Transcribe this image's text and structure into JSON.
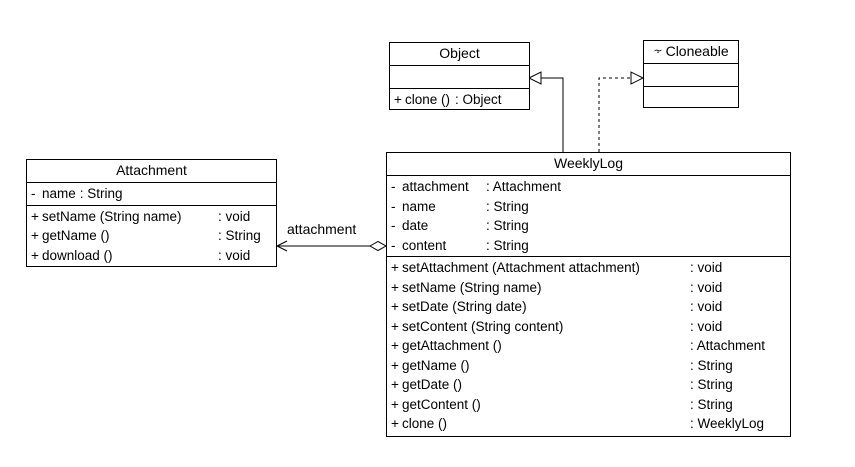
{
  "classes": {
    "object": {
      "name": "Object",
      "attributes": [],
      "operations": [
        {
          "vis": "+",
          "name": "clone ()",
          "type": ": Object"
        }
      ]
    },
    "cloneable": {
      "name": "Cloneable",
      "icon": "interface-lollipop-icon",
      "attributes": [],
      "operations": []
    },
    "attachment": {
      "name": "Attachment",
      "attributes": [
        {
          "vis": "-",
          "name": "name",
          "type": ": String"
        }
      ],
      "operations": [
        {
          "vis": "+",
          "name": "setName (String name)",
          "type": ": void"
        },
        {
          "vis": "+",
          "name": "getName ()",
          "type": ": String"
        },
        {
          "vis": "+",
          "name": "download ()",
          "type": ": void"
        }
      ]
    },
    "weeklylog": {
      "name": "WeeklyLog",
      "attributes": [
        {
          "vis": "-",
          "name": "attachment",
          "type": ": Attachment"
        },
        {
          "vis": "-",
          "name": "name",
          "type": ": String"
        },
        {
          "vis": "-",
          "name": "date",
          "type": ": String"
        },
        {
          "vis": "-",
          "name": "content",
          "type": ": String"
        }
      ],
      "operations": [
        {
          "vis": "+",
          "name": "setAttachment (Attachment attachment)",
          "type": ": void"
        },
        {
          "vis": "+",
          "name": "setName (String name)",
          "type": ": void"
        },
        {
          "vis": "+",
          "name": "setDate (String date)",
          "type": ": void"
        },
        {
          "vis": "+",
          "name": "setContent (String content)",
          "type": ": void"
        },
        {
          "vis": "+",
          "name": "getAttachment ()",
          "type": ": Attachment"
        },
        {
          "vis": "+",
          "name": "getName ()",
          "type": ": String"
        },
        {
          "vis": "+",
          "name": "getDate ()",
          "type": ": String"
        },
        {
          "vis": "+",
          "name": "getContent ()",
          "type": ": String"
        },
        {
          "vis": "+",
          "name": "clone ()",
          "type": ": WeeklyLog"
        }
      ]
    }
  },
  "relations": {
    "association_label": "attachment"
  }
}
